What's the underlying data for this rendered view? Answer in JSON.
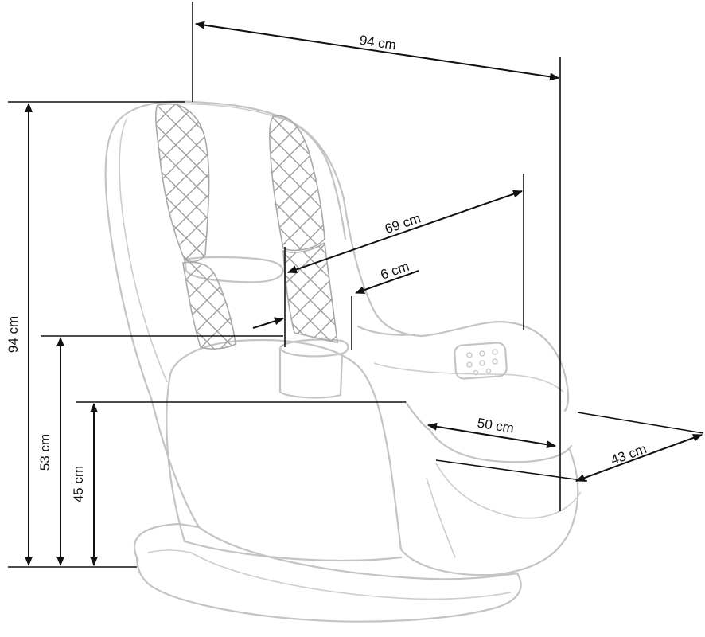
{
  "dimensions": {
    "width_top": "94 cm",
    "height_total": "94 cm",
    "depth_backrest": "69 cm",
    "armrest_width": "6 cm",
    "armrest_height": "53 cm",
    "seat_height": "45 cm",
    "seat_depth": "50 cm",
    "seat_width": "43 cm"
  },
  "colors": {
    "chair_outline": "#c4c4c4",
    "quilting": "#a9a9a9",
    "dimension_lines": "#111111",
    "background": "#ffffff"
  }
}
